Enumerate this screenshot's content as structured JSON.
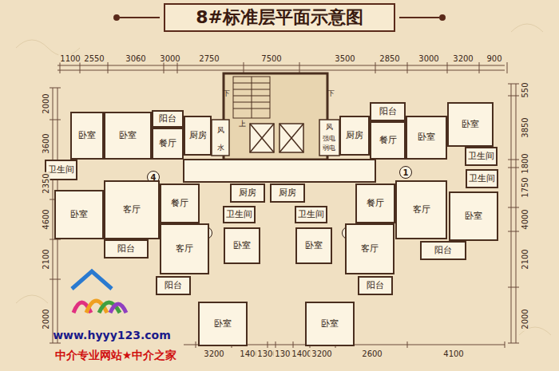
{
  "diagram": {
    "title": "8#标准层平面示意图",
    "nodes": [
      {
        "text": [
          "阳台"
        ]
      },
      {
        "text": [
          "卧室"
        ]
      },
      {
        "text": [
          "卧室"
        ]
      },
      {
        "text": [
          "阳台"
        ]
      },
      {
        "text": [
          "卧室"
        ]
      },
      {
        "text": [
          "餐厅"
        ]
      },
      {
        "text": [
          "厨房"
        ]
      },
      {
        "text": [
          "厨房"
        ]
      },
      {
        "text": [
          "餐厅"
        ]
      },
      {
        "text": [
          "卧室"
        ]
      },
      {
        "text": [
          "卫生间"
        ]
      },
      {
        "text": [
          "卫生间"
        ]
      },
      {
        "text": [
          "4"
        ]
      },
      {
        "text": [
          "1"
        ]
      },
      {
        "text": [
          "卫生间"
        ]
      },
      {
        "text": [
          "餐厅"
        ]
      },
      {
        "text": [
          "厨房"
        ]
      },
      {
        "text": [
          "厨房"
        ]
      },
      {
        "text": [
          "餐厅"
        ]
      },
      {
        "text": [
          "客厅"
        ]
      },
      {
        "text": [
          "卧室"
        ]
      },
      {
        "text": [
          "客厅"
        ]
      },
      {
        "text": [
          "卧室"
        ]
      },
      {
        "text": [
          "卫生间"
        ]
      },
      {
        "text": [
          "卫生间"
        ]
      },
      {
        "text": [
          "3"
        ]
      },
      {
        "text": [
          "2"
        ]
      },
      {
        "text": [
          "客厅"
        ]
      },
      {
        "text": [
          "卧室"
        ]
      },
      {
        "text": [
          "卧室"
        ]
      },
      {
        "text": [
          "客厅"
        ]
      },
      {
        "text": [
          "阳台"
        ]
      },
      {
        "text": [
          "阳台"
        ]
      },
      {
        "text": [
          "阳台"
        ]
      },
      {
        "text": [
          "阳台"
        ]
      },
      {
        "text": [
          "卧室"
        ]
      },
      {
        "text": [
          "卧室"
        ]
      }
    ],
    "labels": [
      "1100",
      "2550",
      "3060",
      "3000",
      "2750",
      "7500",
      "3500",
      "2850",
      "3000",
      "3200",
      "900",
      "3200",
      "1400",
      "1300",
      "1300",
      "1400",
      "3200",
      "2600",
      "4100",
      "2000",
      "3600",
      "2350",
      "4600",
      "2100",
      "2000",
      "550",
      "3850",
      "1800",
      "1750",
      "4000",
      "2100",
      "2000",
      "下",
      "上",
      "下",
      "风",
      "水",
      "风",
      "强电",
      "弱电",
      "www.hyyy123.com",
      "中介专业网站★中介之家"
    ]
  }
}
